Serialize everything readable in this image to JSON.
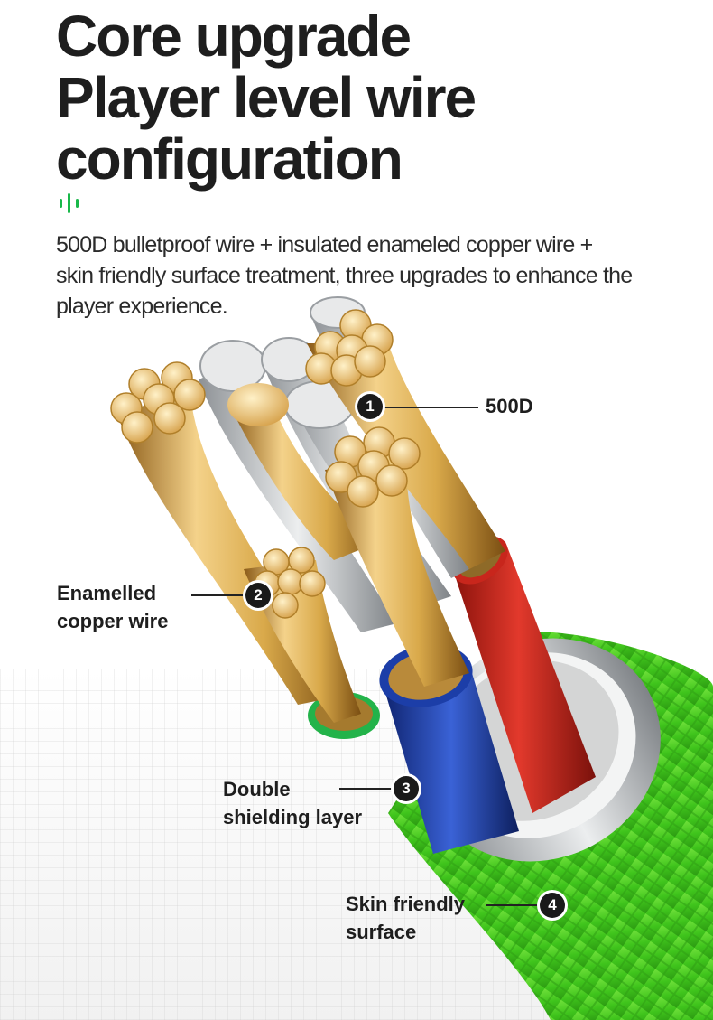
{
  "headline": {
    "line1": "Core upgrade",
    "line2": "Player level wire",
    "line3": "configuration"
  },
  "accent_color": "#19b84a",
  "description": "500D bulletproof wire + insulated enameled copper wire + skin friendly surface treatment, three upgrades to enhance the player experience.",
  "callouts": [
    {
      "number": "1",
      "lines": [
        "500D"
      ]
    },
    {
      "number": "2",
      "lines": [
        "Enamelled",
        "copper wire"
      ]
    },
    {
      "number": "3",
      "lines": [
        "Double",
        "shielding layer"
      ]
    },
    {
      "number": "4",
      "lines": [
        "Skin friendly",
        "surface"
      ]
    }
  ],
  "colors": {
    "jacket": "#3fc41c",
    "copper": "#d9a94a",
    "red_wire": "#c8261c",
    "blue_wire": "#1c3ea8",
    "green_wire": "#23b34a",
    "silver": "#c9cbcd"
  }
}
